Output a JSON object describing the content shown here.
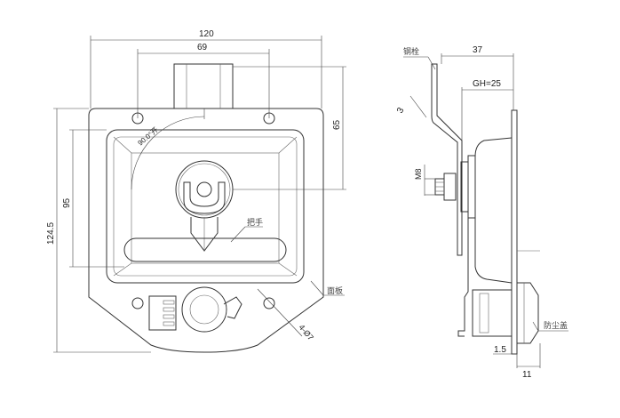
{
  "front_view": {
    "dim_width": "120",
    "dim_hole_spacing": "69",
    "dim_height_upper": "65",
    "dim_total_height": "124.5",
    "dim_recess_height": "95",
    "angle_label": "90.0°开",
    "label_handle": "把手",
    "label_panel": "面板",
    "label_holes": "4-Ø7"
  },
  "side_view": {
    "label_bolt": "钢栓",
    "dim_depth": "37",
    "dim_gh": "GH=25",
    "dim_thickness": "3",
    "dim_thread": "M8",
    "label_dust_cover": "防尘盖",
    "dim_plate": "1.5",
    "dim_cover": "11"
  }
}
